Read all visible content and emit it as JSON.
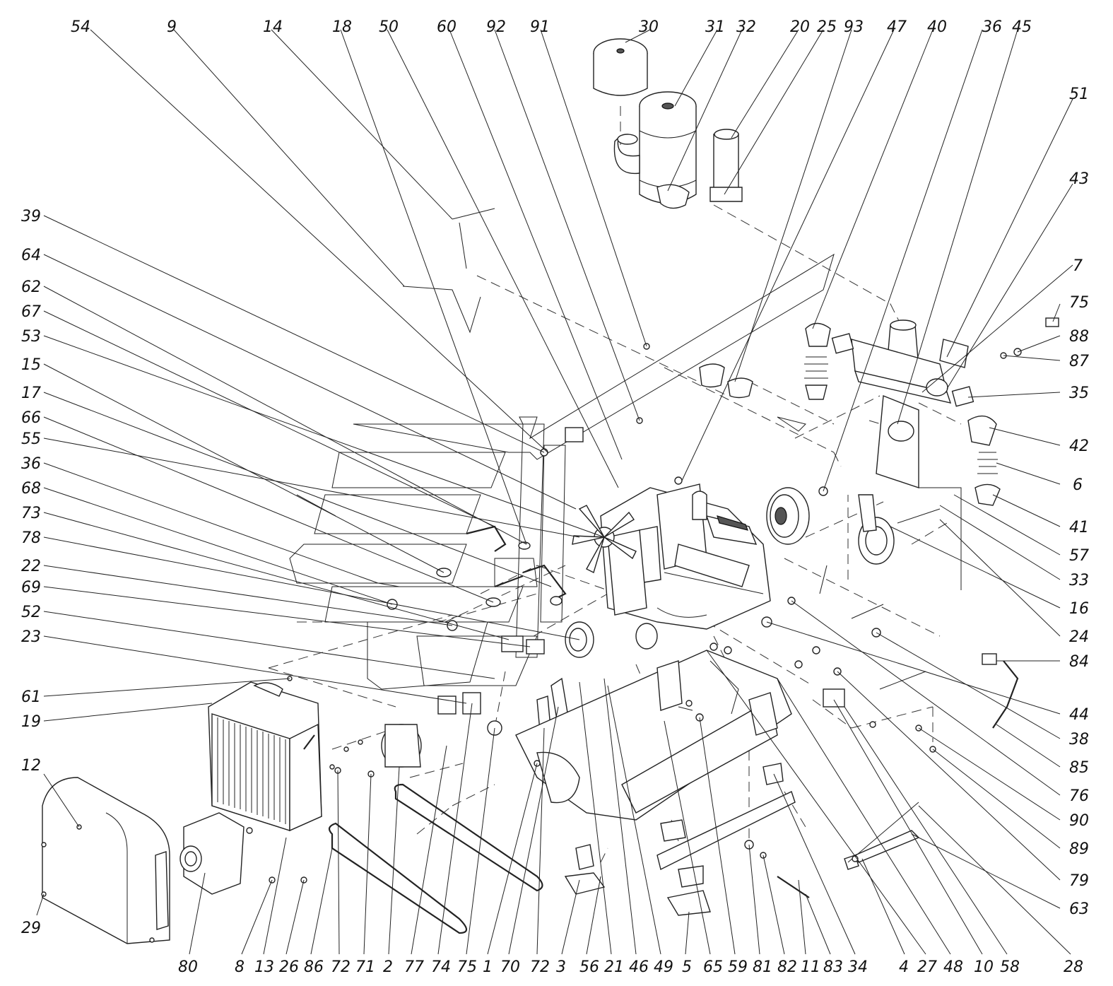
{
  "callouts": {
    "top": [
      "54",
      "9",
      "14",
      "18",
      "50",
      "60",
      "92",
      "91",
      "30",
      "31",
      "32",
      "20",
      "25",
      "93",
      "47",
      "40",
      "36",
      "45"
    ],
    "left": [
      "39",
      "64",
      "62",
      "67",
      "53",
      "15",
      "17",
      "66",
      "55",
      "36",
      "68",
      "73",
      "78",
      "22",
      "69",
      "52",
      "23",
      "61",
      "19",
      "12",
      "29"
    ],
    "right": [
      "51",
      "43",
      "7",
      "75",
      "88",
      "87",
      "35",
      "42",
      "6",
      "41",
      "57",
      "33",
      "16",
      "24",
      "84",
      "44",
      "38",
      "85",
      "76",
      "90",
      "89",
      "79",
      "63"
    ],
    "bottom": [
      "80",
      "8",
      "13",
      "26",
      "86",
      "72",
      "71",
      "2",
      "77",
      "74",
      "75",
      "1",
      "70",
      "72",
      "3",
      "56",
      "21",
      "46",
      "49",
      "5",
      "65",
      "59",
      "81",
      "82",
      "11",
      "83",
      "34",
      "4",
      "27",
      "48",
      "10",
      "58",
      "28"
    ]
  }
}
